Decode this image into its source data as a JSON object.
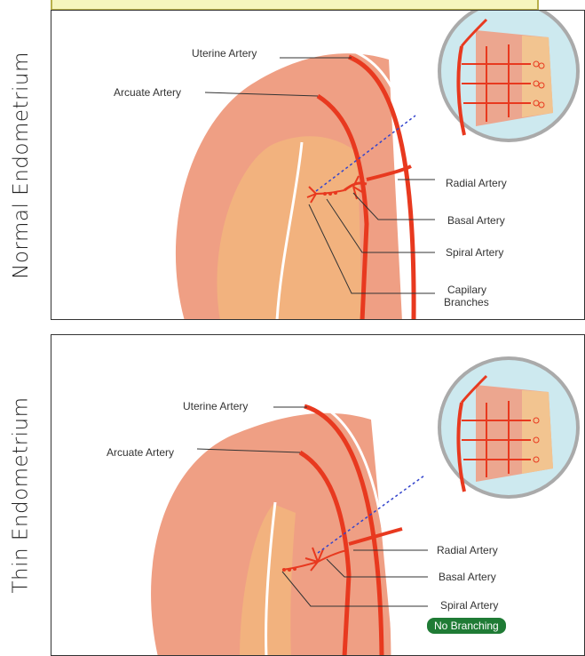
{
  "panels": [
    {
      "side_label": "Normal Endometrium",
      "labels": {
        "uterine": "Uterine Artery",
        "arcuate": "Arcuate Artery",
        "radial": "Radial Artery",
        "basal": "Basal Artery",
        "spiral": "Spiral Artery",
        "capillary_line1": "Capilary",
        "capillary_line2": "Branches"
      }
    },
    {
      "side_label": "Thin Endometrium",
      "labels": {
        "uterine": "Uterine Artery",
        "arcuate": "Arcuate Artery",
        "radial": "Radial Artery",
        "basal": "Basal Artery",
        "spiral": "Spiral Artery"
      },
      "badge": "No Branching"
    }
  ],
  "colors": {
    "artery": "#e8391f",
    "outer_tissue": "#ef9f84",
    "inner_tissue": "#f2b27e",
    "inset_bg": "#cde9ef",
    "badge": "#1f7b35"
  }
}
